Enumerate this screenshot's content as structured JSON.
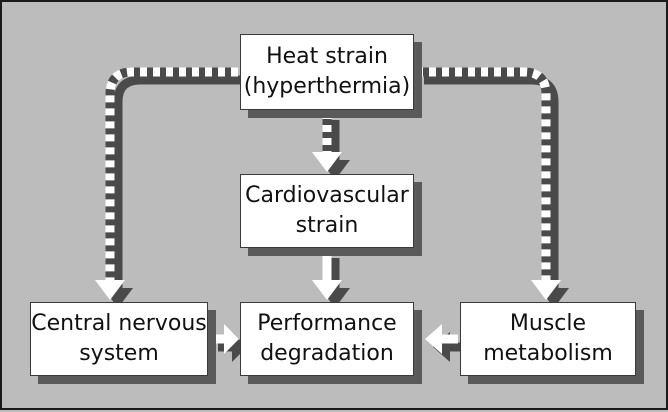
{
  "colors": {
    "background": "#bcbcbc",
    "box_fill": "#ffffff",
    "shadow": "#5a5a5a",
    "arrow_dash": "#ffffff",
    "arrow_shadow": "#4a4a4a",
    "frame": "#1a1a1a"
  },
  "nodes": {
    "heat_strain": {
      "line1": "Heat strain",
      "line2": "(hyperthermia)"
    },
    "cardiovascular": {
      "line1": "Cardiovascular",
      "line2": "strain"
    },
    "cns": {
      "line1": "Central nervous",
      "line2": "system"
    },
    "performance": {
      "line1": "Performance",
      "line2": "degradation"
    },
    "muscle": {
      "line1": "Muscle",
      "line2": "metabolism"
    }
  },
  "edges": [
    {
      "from": "heat_strain",
      "to": "cardiovascular",
      "style": "dashed"
    },
    {
      "from": "heat_strain",
      "to": "cns",
      "style": "dashed"
    },
    {
      "from": "heat_strain",
      "to": "muscle",
      "style": "dashed"
    },
    {
      "from": "cardiovascular",
      "to": "performance",
      "style": "solid"
    },
    {
      "from": "cns",
      "to": "performance",
      "style": "solid"
    },
    {
      "from": "muscle",
      "to": "performance",
      "style": "solid"
    }
  ]
}
